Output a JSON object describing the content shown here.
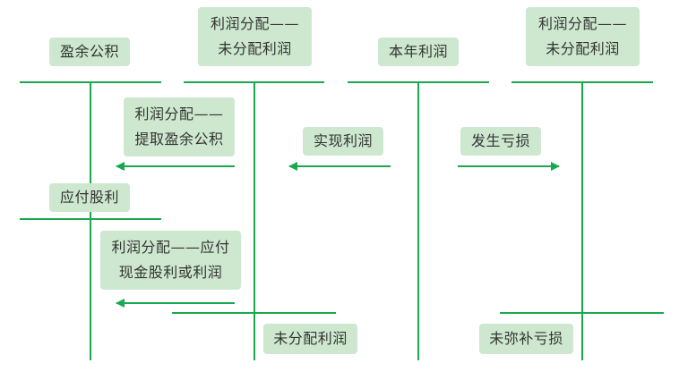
{
  "colors": {
    "line": "#1aa84e",
    "box_fill": "#cde8cf",
    "text": "#333333"
  },
  "accounts": {
    "surplus_reserve": "盈余公积",
    "profit_dist_undistributed": [
      "利润分配——",
      "未分配利润"
    ],
    "current_year_profit": "本年利润",
    "profit_dist_undistributed_2": [
      "利润分配——",
      "未分配利润"
    ]
  },
  "entries": {
    "extract_surplus": [
      "利润分配——",
      "提取盈余公积"
    ],
    "dividends_payable": "应付股利",
    "cash_dividends": [
      "利润分配——应付",
      "现金股利或利润"
    ],
    "realized_profit": "实现利润",
    "incurred_loss": "发生亏损"
  },
  "balances": {
    "undistributed_profit": "未分配利润",
    "uncovered_loss": "未弥补亏损"
  }
}
